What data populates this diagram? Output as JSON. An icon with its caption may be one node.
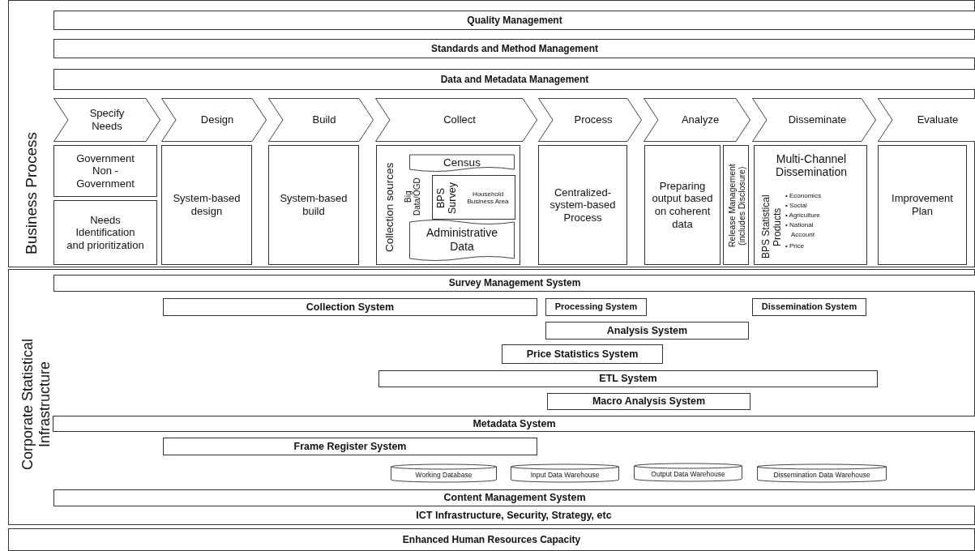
{
  "diagram": {
    "nodes": [
      {
        "text": [
          "Business Process"
        ]
      },
      {
        "text": [
          "Quality Management"
        ],
        "in": 0
      },
      {
        "text": [
          "Standards and Method Management"
        ],
        "in": 0
      },
      {
        "text": [
          "Data and Metadata Management"
        ],
        "in": 0
      },
      {
        "text": [
          "Specify Needs"
        ],
        "in": 0
      },
      {
        "text": [
          "Design"
        ],
        "in": 0
      },
      {
        "text": [
          "Build"
        ],
        "in": 0
      },
      {
        "text": [
          "Collect"
        ],
        "in": 0
      },
      {
        "text": [
          "Process"
        ],
        "in": 0
      },
      {
        "text": [
          "Analyze"
        ],
        "in": 0
      },
      {
        "text": [
          "Disseminate"
        ],
        "in": 0
      },
      {
        "text": [
          "Evaluate"
        ],
        "in": 0
      },
      {
        "text": [
          "Government Non - Government"
        ],
        "in": 0
      },
      {
        "text": [
          "Needs Identification and prioritization"
        ],
        "in": 0
      },
      {
        "text": [
          "System-based design"
        ],
        "in": 0
      },
      {
        "text": [
          "System-based build"
        ],
        "in": 0
      },
      {
        "text": [
          "Collection sources",
          "Big Data/OGD"
        ],
        "in": 0
      },
      {
        "text": [
          "Census"
        ],
        "in": 16
      },
      {
        "text": [
          "BPS Survey",
          "Household Business Area"
        ],
        "in": 16
      },
      {
        "text": [
          "Administrative Data"
        ],
        "in": 16
      },
      {
        "text": [
          "Centralized-system-based Process"
        ],
        "in": 0
      },
      {
        "text": [
          "Preparing output based on coherent data"
        ],
        "in": 0
      },
      {
        "text": [
          "Release Management (includes Disclosure)"
        ],
        "in": 0
      },
      {
        "text": [
          "Multi-Channel Dissemination",
          "BPS Statistical Products",
          "• Economics",
          "• Social",
          "• Agriculture",
          "• National Account",
          "• Price"
        ],
        "in": 0
      },
      {
        "text": [
          "Improvement Plan"
        ],
        "in": 0
      },
      {
        "text": [
          "Corporate Statistical Infrastructure"
        ]
      },
      {
        "text": [
          "Survey Management System"
        ],
        "in": 25
      },
      {
        "text": [
          "Collection System"
        ],
        "in": 25
      },
      {
        "text": [
          "Processing System"
        ],
        "in": 25
      },
      {
        "text": [
          "Dissemination System"
        ],
        "in": 25
      },
      {
        "text": [
          "Analysis System"
        ],
        "in": 25
      },
      {
        "text": [
          "Price Statistics System"
        ],
        "in": 25
      },
      {
        "text": [
          "ETL System"
        ],
        "in": 25
      },
      {
        "text": [
          "Macro Analysis System"
        ],
        "in": 25
      },
      {
        "text": [
          "Metadata System"
        ],
        "in": 25
      },
      {
        "text": [
          "Frame Register System"
        ],
        "in": 25
      },
      {
        "text": [
          "Working Database"
        ],
        "in": 25
      },
      {
        "text": [
          "Input Data Warehouse"
        ],
        "in": 25
      },
      {
        "text": [
          "Output Data Warehouse"
        ],
        "in": 25
      },
      {
        "text": [
          "Dissemination Data Warehouse"
        ],
        "in": 25
      },
      {
        "text": [
          "Content Management System"
        ],
        "in": 25
      },
      {
        "text": [
          "Enhanced Human Resources Capacity"
        ]
      }
    ],
    "labels": [
      "ICT Infrastructure, Security, Strategy, etc"
    ]
  }
}
